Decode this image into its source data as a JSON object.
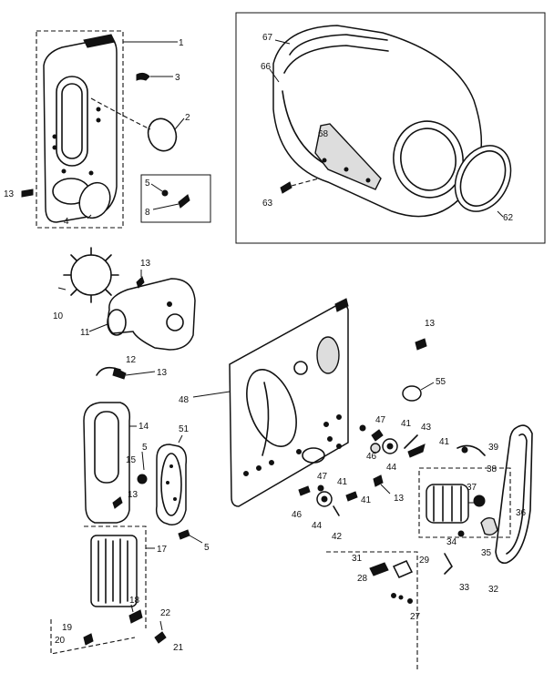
{
  "part_numbers": [
    {
      "id": "p1",
      "text": "1"
    },
    {
      "id": "p2",
      "text": "2"
    },
    {
      "id": "p3",
      "text": "3"
    },
    {
      "id": "p4",
      "text": "4"
    },
    {
      "id": "p5a",
      "text": "5"
    },
    {
      "id": "p8",
      "text": "8"
    },
    {
      "id": "p13a",
      "text": "13"
    },
    {
      "id": "p67",
      "text": "67"
    },
    {
      "id": "p66",
      "text": "66"
    },
    {
      "id": "p68",
      "text": "68"
    },
    {
      "id": "p63",
      "text": "63"
    },
    {
      "id": "p62",
      "text": "62"
    },
    {
      "id": "p10",
      "text": "10"
    },
    {
      "id": "p13b",
      "text": "13"
    },
    {
      "id": "p11",
      "text": "11"
    },
    {
      "id": "p12",
      "text": "12"
    },
    {
      "id": "p13c",
      "text": "13"
    },
    {
      "id": "p14",
      "text": "14"
    },
    {
      "id": "p51",
      "text": "51"
    },
    {
      "id": "p5b",
      "text": "5"
    },
    {
      "id": "p15",
      "text": "15"
    },
    {
      "id": "p13d",
      "text": "13"
    },
    {
      "id": "p5c",
      "text": "5"
    },
    {
      "id": "p17",
      "text": "17"
    },
    {
      "id": "p18",
      "text": "18"
    },
    {
      "id": "p19",
      "text": "19"
    },
    {
      "id": "p20",
      "text": "20"
    },
    {
      "id": "p22",
      "text": "22"
    },
    {
      "id": "p21",
      "text": "21"
    },
    {
      "id": "p48",
      "text": "48"
    },
    {
      "id": "p13e",
      "text": "13"
    },
    {
      "id": "p55",
      "text": "55"
    },
    {
      "id": "p47a",
      "text": "47"
    },
    {
      "id": "p41a",
      "text": "41"
    },
    {
      "id": "p43",
      "text": "43"
    },
    {
      "id": "p46a",
      "text": "46"
    },
    {
      "id": "p44a",
      "text": "44"
    },
    {
      "id": "p41b",
      "text": "41"
    },
    {
      "id": "p39",
      "text": "39"
    },
    {
      "id": "p47b",
      "text": "47"
    },
    {
      "id": "p41c",
      "text": "41"
    },
    {
      "id": "p46b",
      "text": "46"
    },
    {
      "id": "p44b",
      "text": "44"
    },
    {
      "id": "p42",
      "text": "42"
    },
    {
      "id": "p41d",
      "text": "41"
    },
    {
      "id": "p13f",
      "text": "13"
    },
    {
      "id": "p38",
      "text": "38"
    },
    {
      "id": "p37",
      "text": "37"
    },
    {
      "id": "p36",
      "text": "36"
    },
    {
      "id": "p34",
      "text": "34"
    },
    {
      "id": "p35",
      "text": "35"
    },
    {
      "id": "p31",
      "text": "31"
    },
    {
      "id": "p29",
      "text": "29"
    },
    {
      "id": "p28",
      "text": "28"
    },
    {
      "id": "p33",
      "text": "33"
    },
    {
      "id": "p32",
      "text": "32"
    },
    {
      "id": "p27",
      "text": "27"
    }
  ]
}
